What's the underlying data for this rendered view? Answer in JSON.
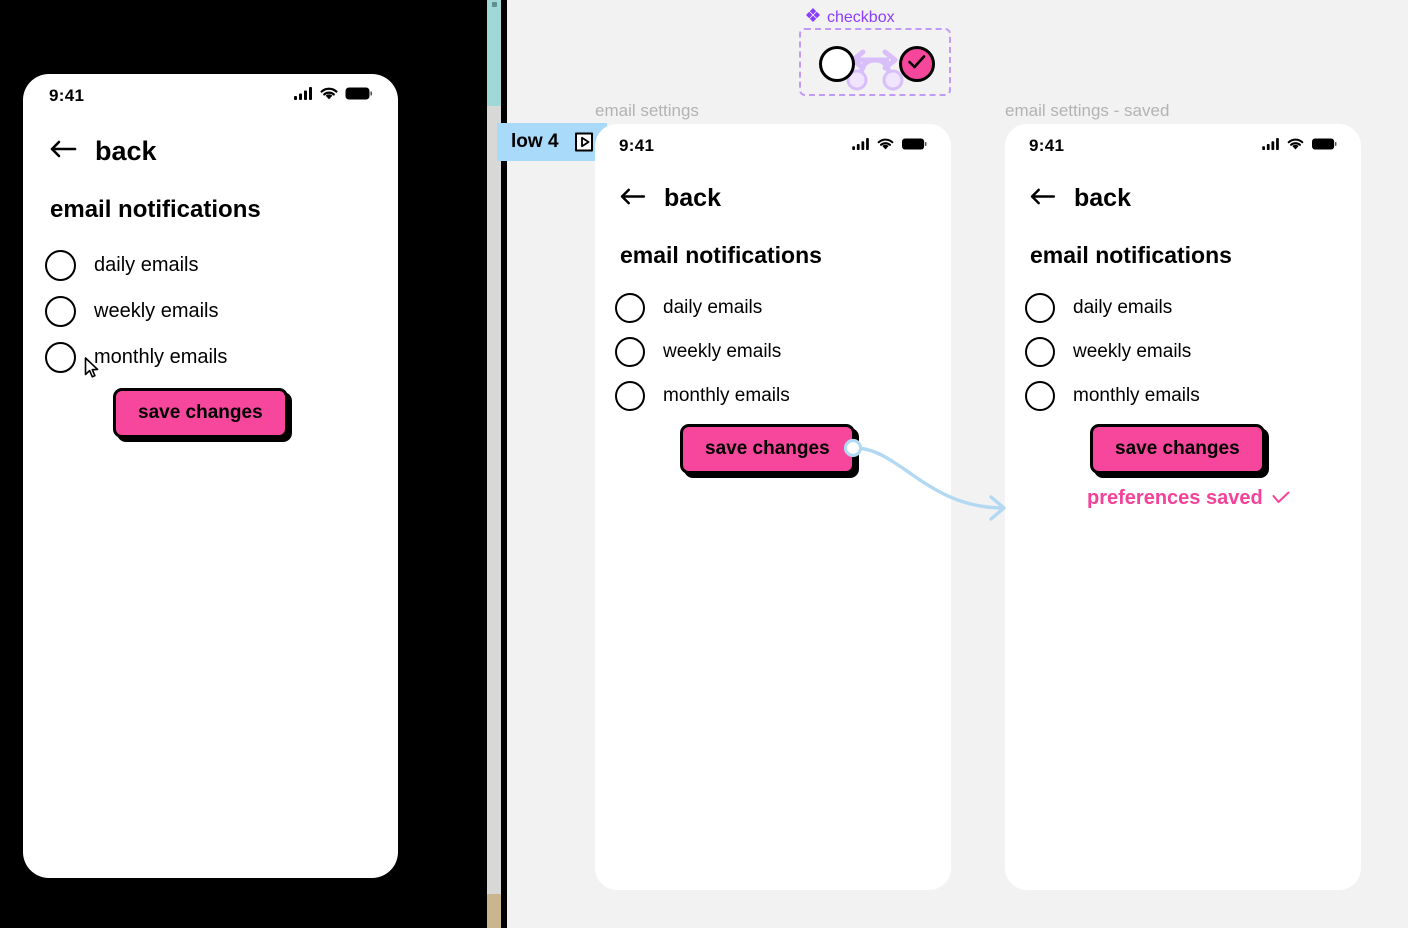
{
  "colors": {
    "accent_pink": "#f6479c",
    "saved_text_pink": "#f4429a",
    "component_purple": "#8b3dff",
    "component_dash": "#c09bf5",
    "flow_badge_blue": "#aadafa",
    "connector_blue": "#b3d9f2",
    "canvas_bg": "#f2f2f2",
    "frame_title_gray": "#b3b3b3",
    "strip_teal": "#9fd8d6",
    "strip_tan": "#c9b68e",
    "left_pane_black": "#000000"
  },
  "flow": {
    "badge_label": "low 4",
    "badge_icon": "present-play-icon"
  },
  "component_set": {
    "label": "checkbox",
    "label_icon": "component-diamond-icon",
    "variants": [
      {
        "name": "unchecked",
        "state": "off",
        "fill": "#ffffff"
      },
      {
        "name": "checked",
        "state": "on",
        "fill": "#f6479c",
        "glyph": "checkmark-icon"
      }
    ]
  },
  "frames": [
    {
      "title": "email settings"
    },
    {
      "title": "email settings - saved"
    }
  ],
  "screen": {
    "status_bar": {
      "time": "9:41",
      "icons": [
        "cellular-signal-icon",
        "wifi-icon",
        "battery-icon"
      ]
    },
    "nav": {
      "back_label": "back",
      "back_icon": "arrow-left-icon"
    },
    "section_title": "email notifications",
    "options": [
      {
        "label": "daily emails",
        "checked": false
      },
      {
        "label": "weekly emails",
        "checked": false
      },
      {
        "label": "monthly emails",
        "checked": false
      }
    ],
    "save_button_label": "save changes"
  },
  "saved_state": {
    "message": "preferences saved",
    "message_icon": "check-icon"
  },
  "cursor": {
    "icon": "mouse-pointer-icon"
  }
}
